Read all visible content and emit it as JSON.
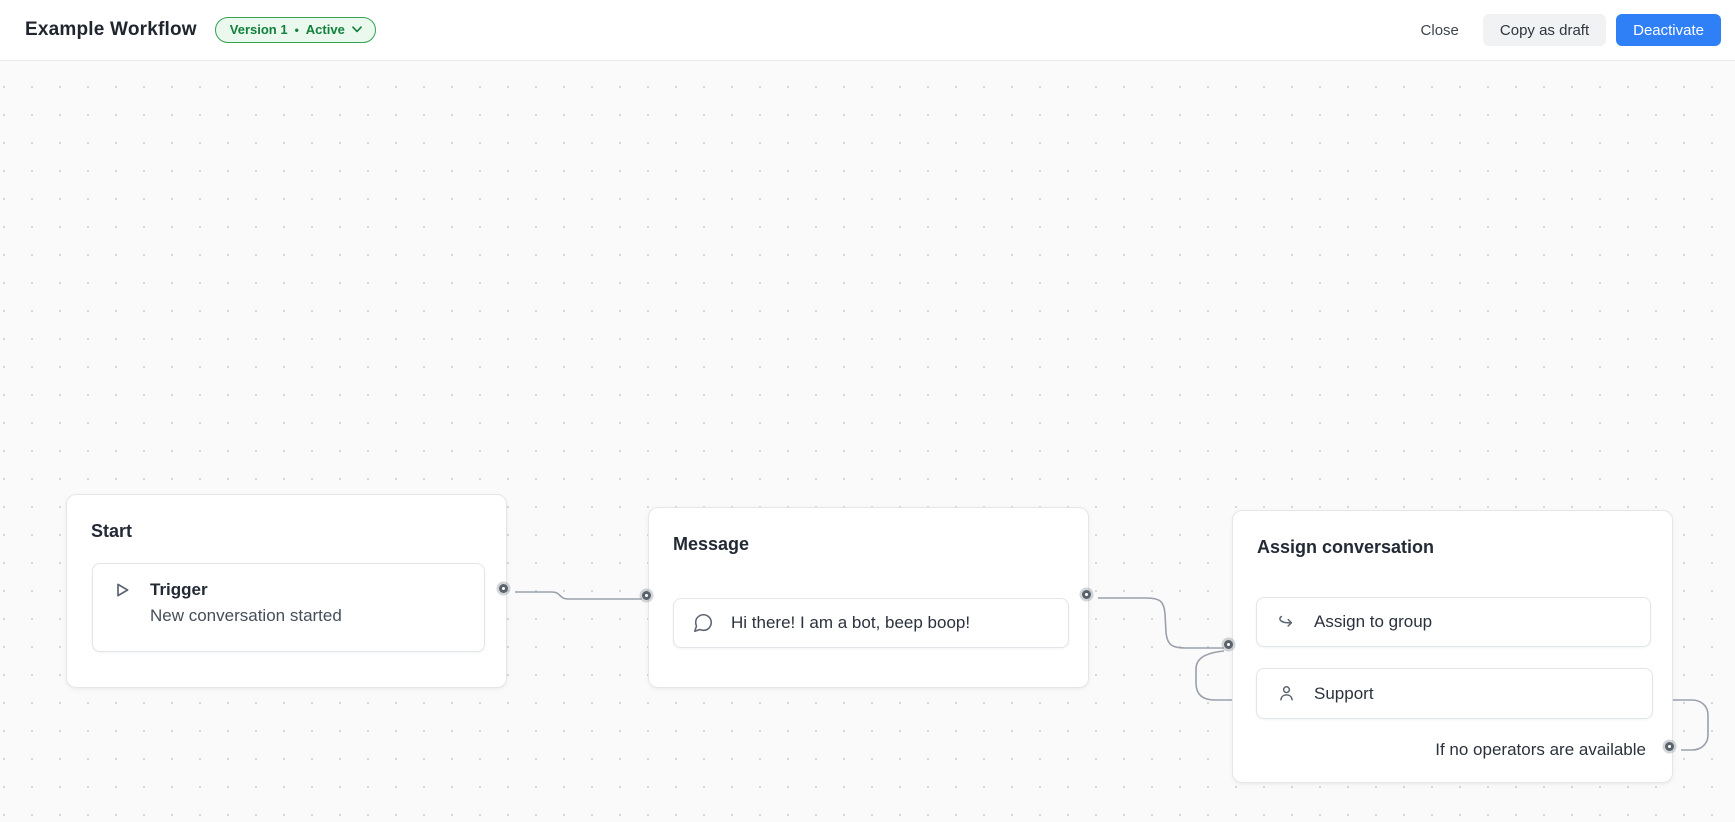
{
  "header": {
    "title": "Example Workflow",
    "version_badge": {
      "version": "Version 1",
      "separator": "•",
      "status": "Active",
      "chevron_icon": "chevron-down-icon"
    },
    "close_label": "Close",
    "copy_as_draft_label": "Copy as draft",
    "deactivate_label": "Deactivate"
  },
  "canvas": {
    "nodes": [
      {
        "id": "start",
        "title": "Start",
        "items": [
          {
            "icon": "play-icon",
            "label": "Trigger",
            "sublabel": "New conversation started"
          }
        ]
      },
      {
        "id": "message",
        "title": "Message",
        "items": [
          {
            "icon": "chat-bubble-icon",
            "label": "Hi there! I am a bot, beep boop!"
          }
        ]
      },
      {
        "id": "assign",
        "title": "Assign conversation",
        "items": [
          {
            "icon": "assign-arrow-icon",
            "label": "Assign to group"
          },
          {
            "icon": "person-icon",
            "label": "Support"
          }
        ],
        "footer_label": "If no operators are available"
      }
    ],
    "edges": [
      {
        "from": "start",
        "to": "message"
      },
      {
        "from": "message",
        "to": "assign"
      },
      {
        "from": "assign-no-operators",
        "to": "offscreen"
      }
    ]
  },
  "colors": {
    "primary_blue": "#2f7ff7",
    "badge_green_text": "#11813d",
    "badge_green_border": "#34a355",
    "badge_green_bg": "#eaf8ee",
    "edge_gray": "#9aa1ab",
    "port_ring": "#5a626c",
    "canvas_bg": "#fafafa"
  }
}
